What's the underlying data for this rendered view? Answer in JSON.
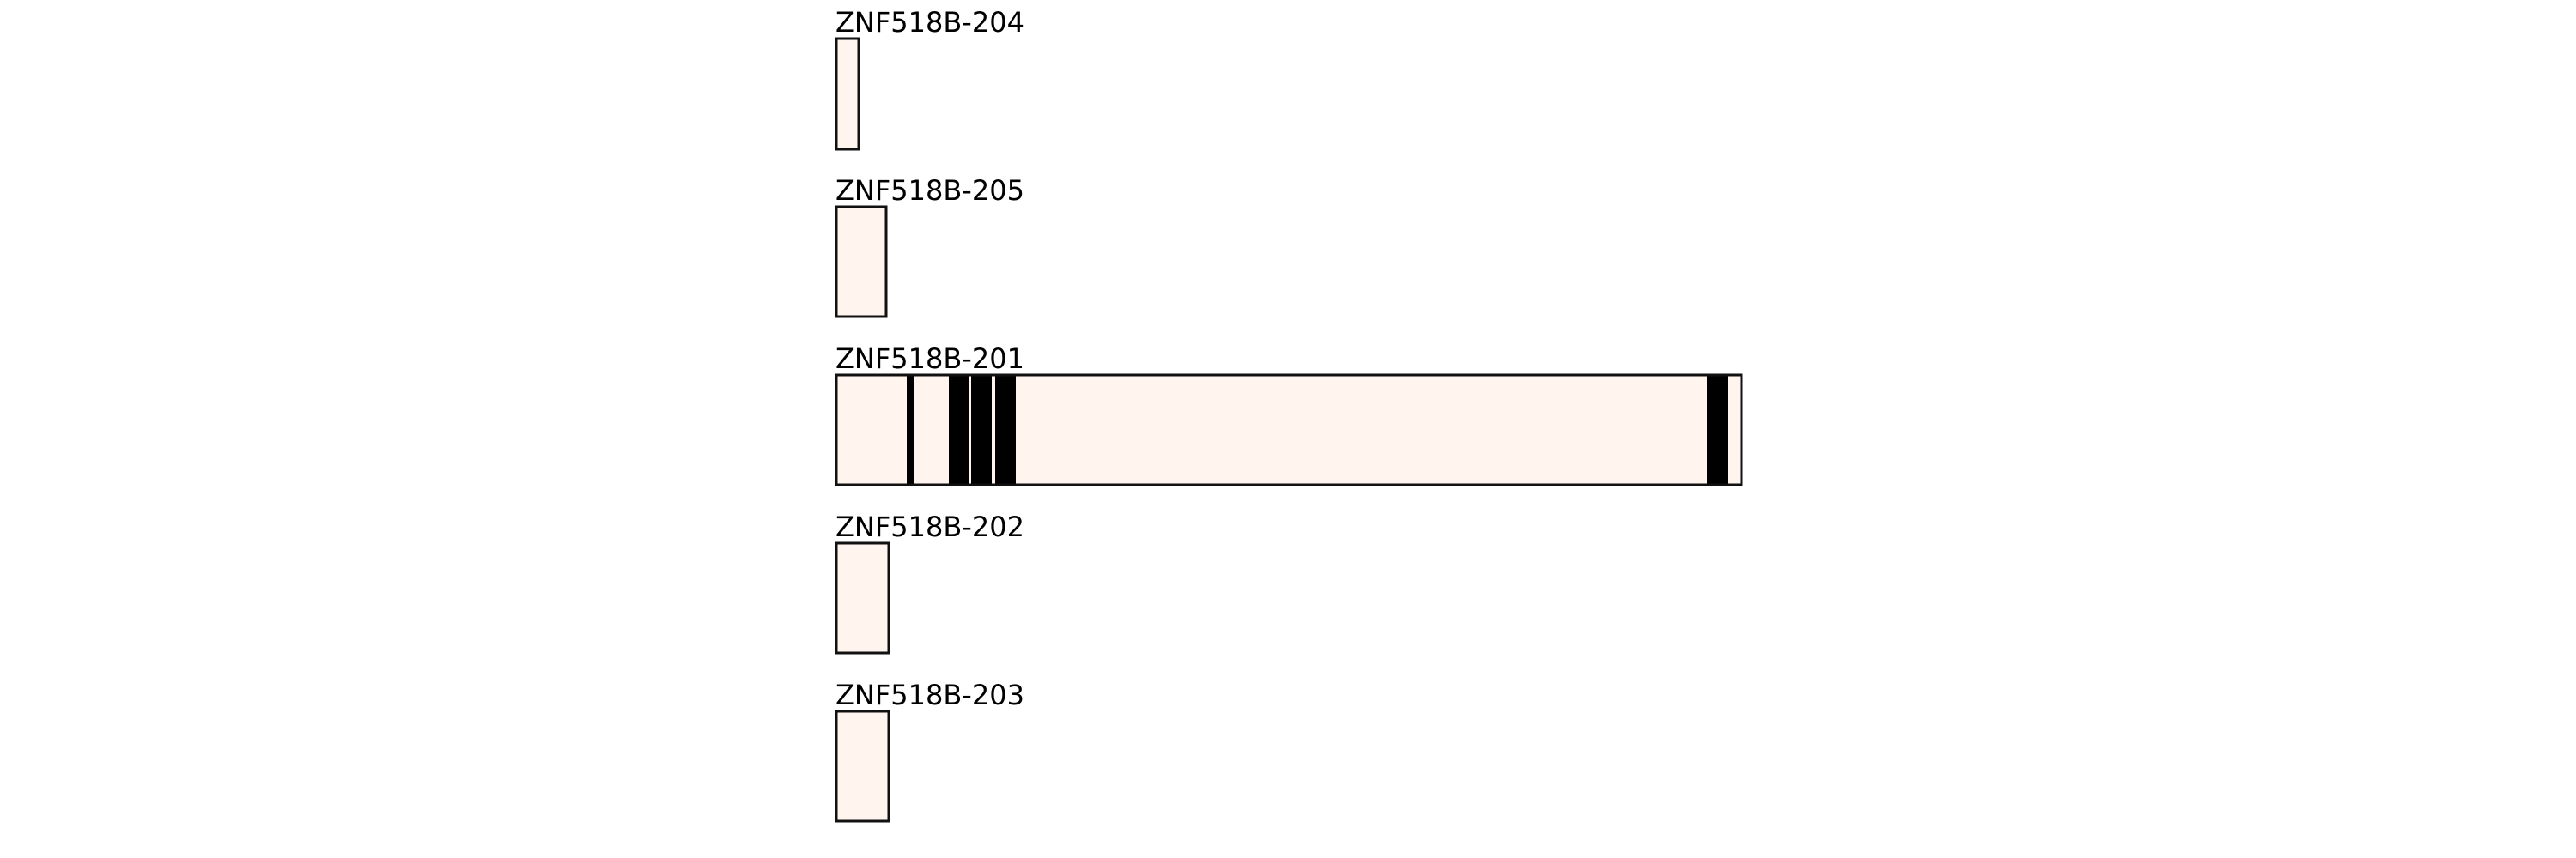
{
  "colors": {
    "transcript_fill": "#fff4ee",
    "outline": "#111111",
    "feature": "#000000"
  },
  "transcripts": [
    {
      "name": "ZNF518B-204"
    },
    {
      "name": "ZNF518B-205"
    },
    {
      "name": "ZNF518B-201"
    },
    {
      "name": "ZNF518B-202"
    },
    {
      "name": "ZNF518B-203"
    }
  ]
}
